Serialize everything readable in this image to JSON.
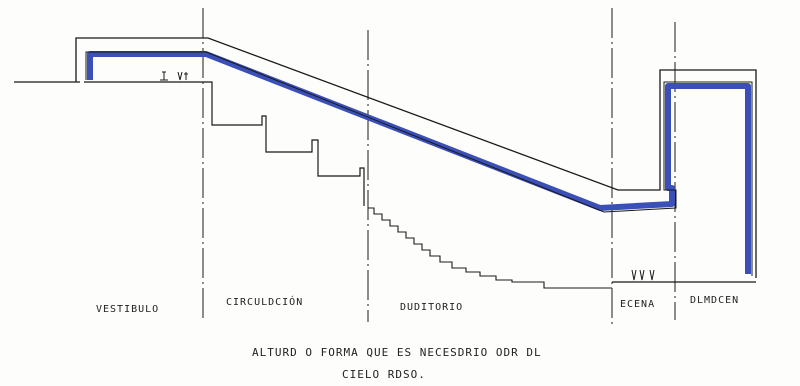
{
  "zones": {
    "vestibulo": "VESTIBULO",
    "circulacion": "CIRCULDCIÓN",
    "auditorio": "DUDITORIO",
    "escena": "ECENA",
    "almacen": "DLMDCEN"
  },
  "caption": {
    "line1": "ALTURD O FORMA QUE ES NECESDRIO ODR DL",
    "line2": "CIELO RDSO."
  },
  "colors": {
    "ink": "#1a1a1a",
    "ceiling_highlight": "#3b4fb8",
    "paper": "#fdfdfc"
  }
}
